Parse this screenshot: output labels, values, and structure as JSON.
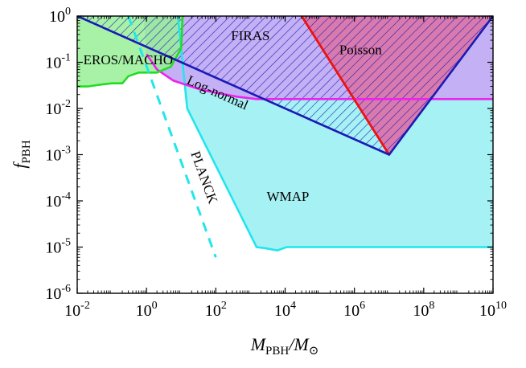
{
  "chart_data": {
    "type": "area",
    "title": "",
    "xlabel": {
      "base": "M",
      "sub": "PBH",
      "post": "/M",
      "post_sub": "⊙"
    },
    "ylabel": {
      "base": "f",
      "sub": "PBH"
    },
    "x_scale": "log",
    "y_scale": "log",
    "xlim": [
      0.01,
      10000000000
    ],
    "ylim": [
      1e-06,
      1
    ],
    "x_ticks": [
      {
        "value": 0.01,
        "base": "10",
        "exp": "-2"
      },
      {
        "value": 1,
        "base": "10",
        "exp": "0"
      },
      {
        "value": 100,
        "base": "10",
        "exp": "2"
      },
      {
        "value": 10000,
        "base": "10",
        "exp": "4"
      },
      {
        "value": 1000000,
        "base": "10",
        "exp": "6"
      },
      {
        "value": 100000000,
        "base": "10",
        "exp": "8"
      },
      {
        "value": 10000000000,
        "base": "10",
        "exp": "10"
      }
    ],
    "y_ticks": [
      {
        "value": 1,
        "base": "10",
        "exp": "0"
      },
      {
        "value": 0.1,
        "base": "10",
        "exp": "-1"
      },
      {
        "value": 0.01,
        "base": "10",
        "exp": "-2"
      },
      {
        "value": 0.001,
        "base": "10",
        "exp": "-3"
      },
      {
        "value": 0.0001,
        "base": "10",
        "exp": "-4"
      },
      {
        "value": 1e-05,
        "base": "10",
        "exp": "-5"
      },
      {
        "value": 1e-06,
        "base": "10",
        "exp": "-6"
      }
    ],
    "grid": false,
    "series": [
      {
        "name": "WMAP",
        "kind": "excluded-region",
        "fill": "#a6f1f4",
        "stroke": "#22e6ec",
        "boundary": [
          [
            8,
            1
          ],
          [
            15,
            0.01
          ],
          [
            1500,
            1e-05
          ],
          [
            2600,
            9.5e-06
          ],
          [
            6000,
            8.5e-06
          ],
          [
            11000,
            1e-05
          ],
          [
            10000000000,
            1e-05
          ]
        ],
        "label_at": [
          12000,
          0.0001
        ]
      },
      {
        "name": "FIRAS",
        "kind": "excluded-region",
        "fill": "#c4b0f5",
        "stroke": "#ee22ee",
        "boundary": [
          [
            0.8,
            1
          ],
          [
            1,
            0.15
          ],
          [
            2,
            0.07
          ],
          [
            6,
            0.04
          ],
          [
            40,
            0.025
          ],
          [
            400,
            0.018
          ],
          [
            1500,
            0.016
          ],
          [
            10000000000,
            0.016
          ]
        ],
        "label_at": [
          1000,
          0.3
        ]
      },
      {
        "name": "Poisson",
        "kind": "excluded-region",
        "fill": "#d97aae",
        "stroke": "#ee1111",
        "boundary": [
          [
            30000,
            1
          ],
          [
            10000000,
            0.001
          ],
          [
            10000000000,
            1
          ]
        ],
        "label_at": [
          1500000,
          0.15
        ]
      },
      {
        "name": "EROS/MACHO",
        "kind": "excluded-region",
        "fill": "#98f098",
        "stroke": "#22dd22",
        "boundary": [
          [
            0.01,
            0.03
          ],
          [
            0.02,
            0.03
          ],
          [
            0.05,
            0.033
          ],
          [
            0.1,
            0.035
          ],
          [
            0.2,
            0.035
          ],
          [
            0.3,
            0.05
          ],
          [
            0.6,
            0.06
          ],
          [
            1,
            0.06
          ],
          [
            2,
            0.06
          ],
          [
            5,
            0.08
          ],
          [
            10,
            0.2
          ],
          [
            11,
            1
          ]
        ],
        "label_at": [
          0.015,
          0.09
        ]
      },
      {
        "name": "Log-normal",
        "kind": "hatched-region",
        "stroke": "#1a1ab5",
        "boundary": [
          [
            0.01,
            1
          ],
          [
            10000000,
            0.001
          ],
          [
            10000000000,
            1
          ]
        ],
        "label_at": [
          100,
          0.018
        ]
      },
      {
        "name": "PLANCK",
        "kind": "dashed-line",
        "stroke": "#22e6ec",
        "points": [
          [
            0.3,
            1
          ],
          [
            100,
            6e-06
          ]
        ],
        "label_at": [
          35,
          0.0003
        ]
      }
    ]
  }
}
